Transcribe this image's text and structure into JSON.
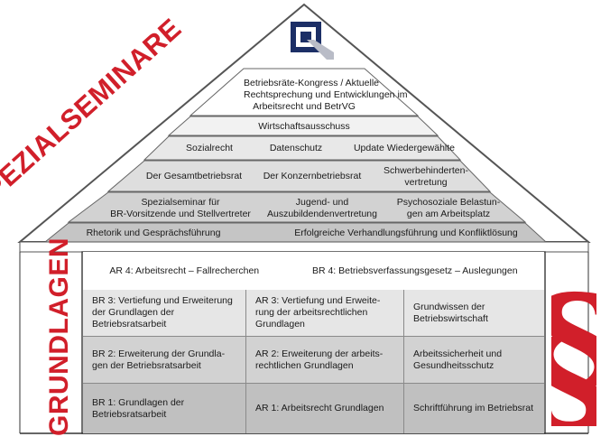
{
  "roof": {
    "tiers": [
      {
        "items": [
          "Betriebsräte-Kongress / Aktuelle\nRechtsprechung und Entwicklungen im\nArbeitsrecht und BetrVG"
        ]
      },
      {
        "items": [
          "Wirtschaftsausschuss"
        ]
      },
      {
        "items": [
          "Sozialrecht",
          "Datenschutz",
          "Update Wiedergewählte"
        ]
      },
      {
        "items": [
          "Der Gesamtbetriebsrat",
          "Der Konzernbetriebsrat",
          "Schwerbehinderten-\nvertretung"
        ]
      },
      {
        "items": [
          "Spezialseminar für\nBR-Vorsitzende und Stellvertreter",
          "Jugend- und\nAuszubildendenvertretung",
          "Psychosoziale Belastun-\ngen am Arbeitsplatz"
        ]
      },
      {
        "items": [
          "Rhetorik und Gesprächsführung",
          "Erfolgreiche Verhandlungsführung und Konfliktlösung"
        ]
      }
    ]
  },
  "labels": {
    "spezial": "SPEZIALSEMINARE",
    "grundlagen": "GRUNDLAGEN"
  },
  "house": {
    "ar4_row": [
      "AR 4: Arbeitsrecht – Fallrecherchen",
      "BR 4: Betriebsverfassungsgesetz – Auslegungen"
    ],
    "rows": [
      [
        "BR 3: Vertiefung und Erweiterung\nder Grundlagen der\nBetriebsratsarbeit",
        "AR 3: Vertiefung und Erweite-\nrung der arbeitsrechtlichen\nGrundlagen",
        "Grundwissen der\nBetriebswirtschaft"
      ],
      [
        "BR 2: Erweiterung der Grundla-\ngen der Betriebsratsarbeit",
        "AR 2: Erweiterung der arbeits-\nrechtlichen Grundlagen",
        "Arbeitssicherheit und\nGesundheitsschutz"
      ],
      [
        "BR 1: Grundlagen der\nBetriebsratsarbeit",
        "AR 1: Arbeitsrecht Grundlagen",
        "Schriftführung im Betriebsrat"
      ]
    ]
  },
  "colors": {
    "red": "#d11f2a",
    "navy": "#1c2f66"
  },
  "icons": [
    "logo-q-icon",
    "paragraph-icon"
  ]
}
